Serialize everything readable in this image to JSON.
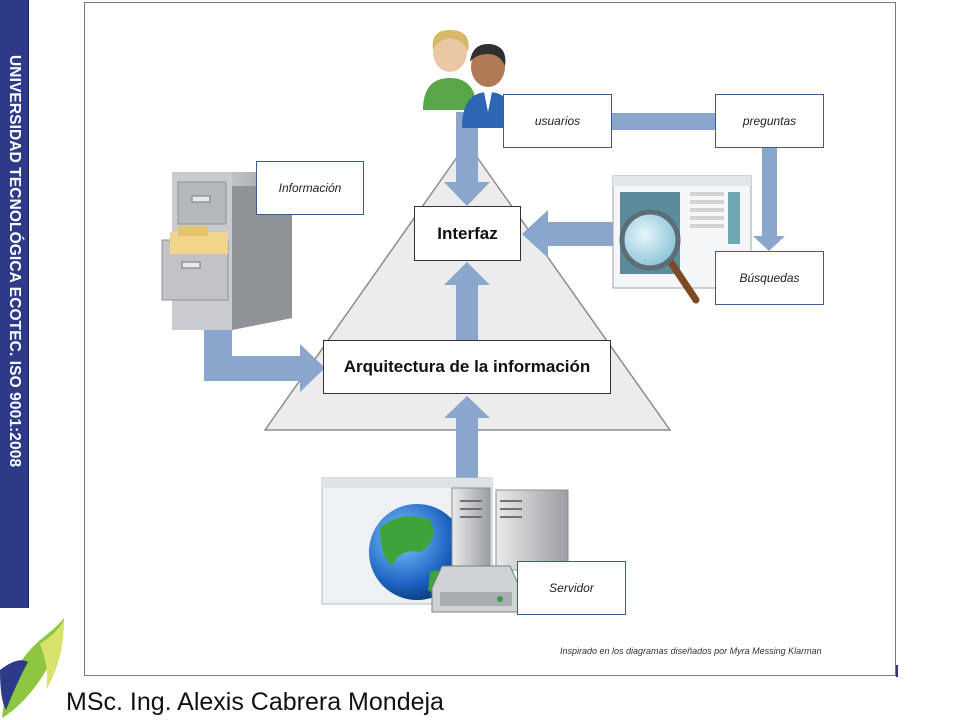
{
  "sidebar": {
    "text": "UNIVERSIDAD TECNOLÓGICA ECOTEC. ISO 9001:2008"
  },
  "diagram": {
    "interfaz": "Interfaz",
    "arquitectura": "Arquitectura de la información",
    "usuarios": "usuarios",
    "preguntas": "preguntas",
    "informacion": "Información",
    "busquedas": "Búsquedas",
    "servidor": "Servidor",
    "caption": "Inspirado en los diagramas diseñados por Myra Messing Klarman"
  },
  "footer": {
    "author": "MSc. Ing. Alexis Cabrera Mondeja"
  },
  "colors": {
    "sidebar": "#2d3a87",
    "arrow": "#8aa6cc",
    "triangle": "#ececec"
  }
}
